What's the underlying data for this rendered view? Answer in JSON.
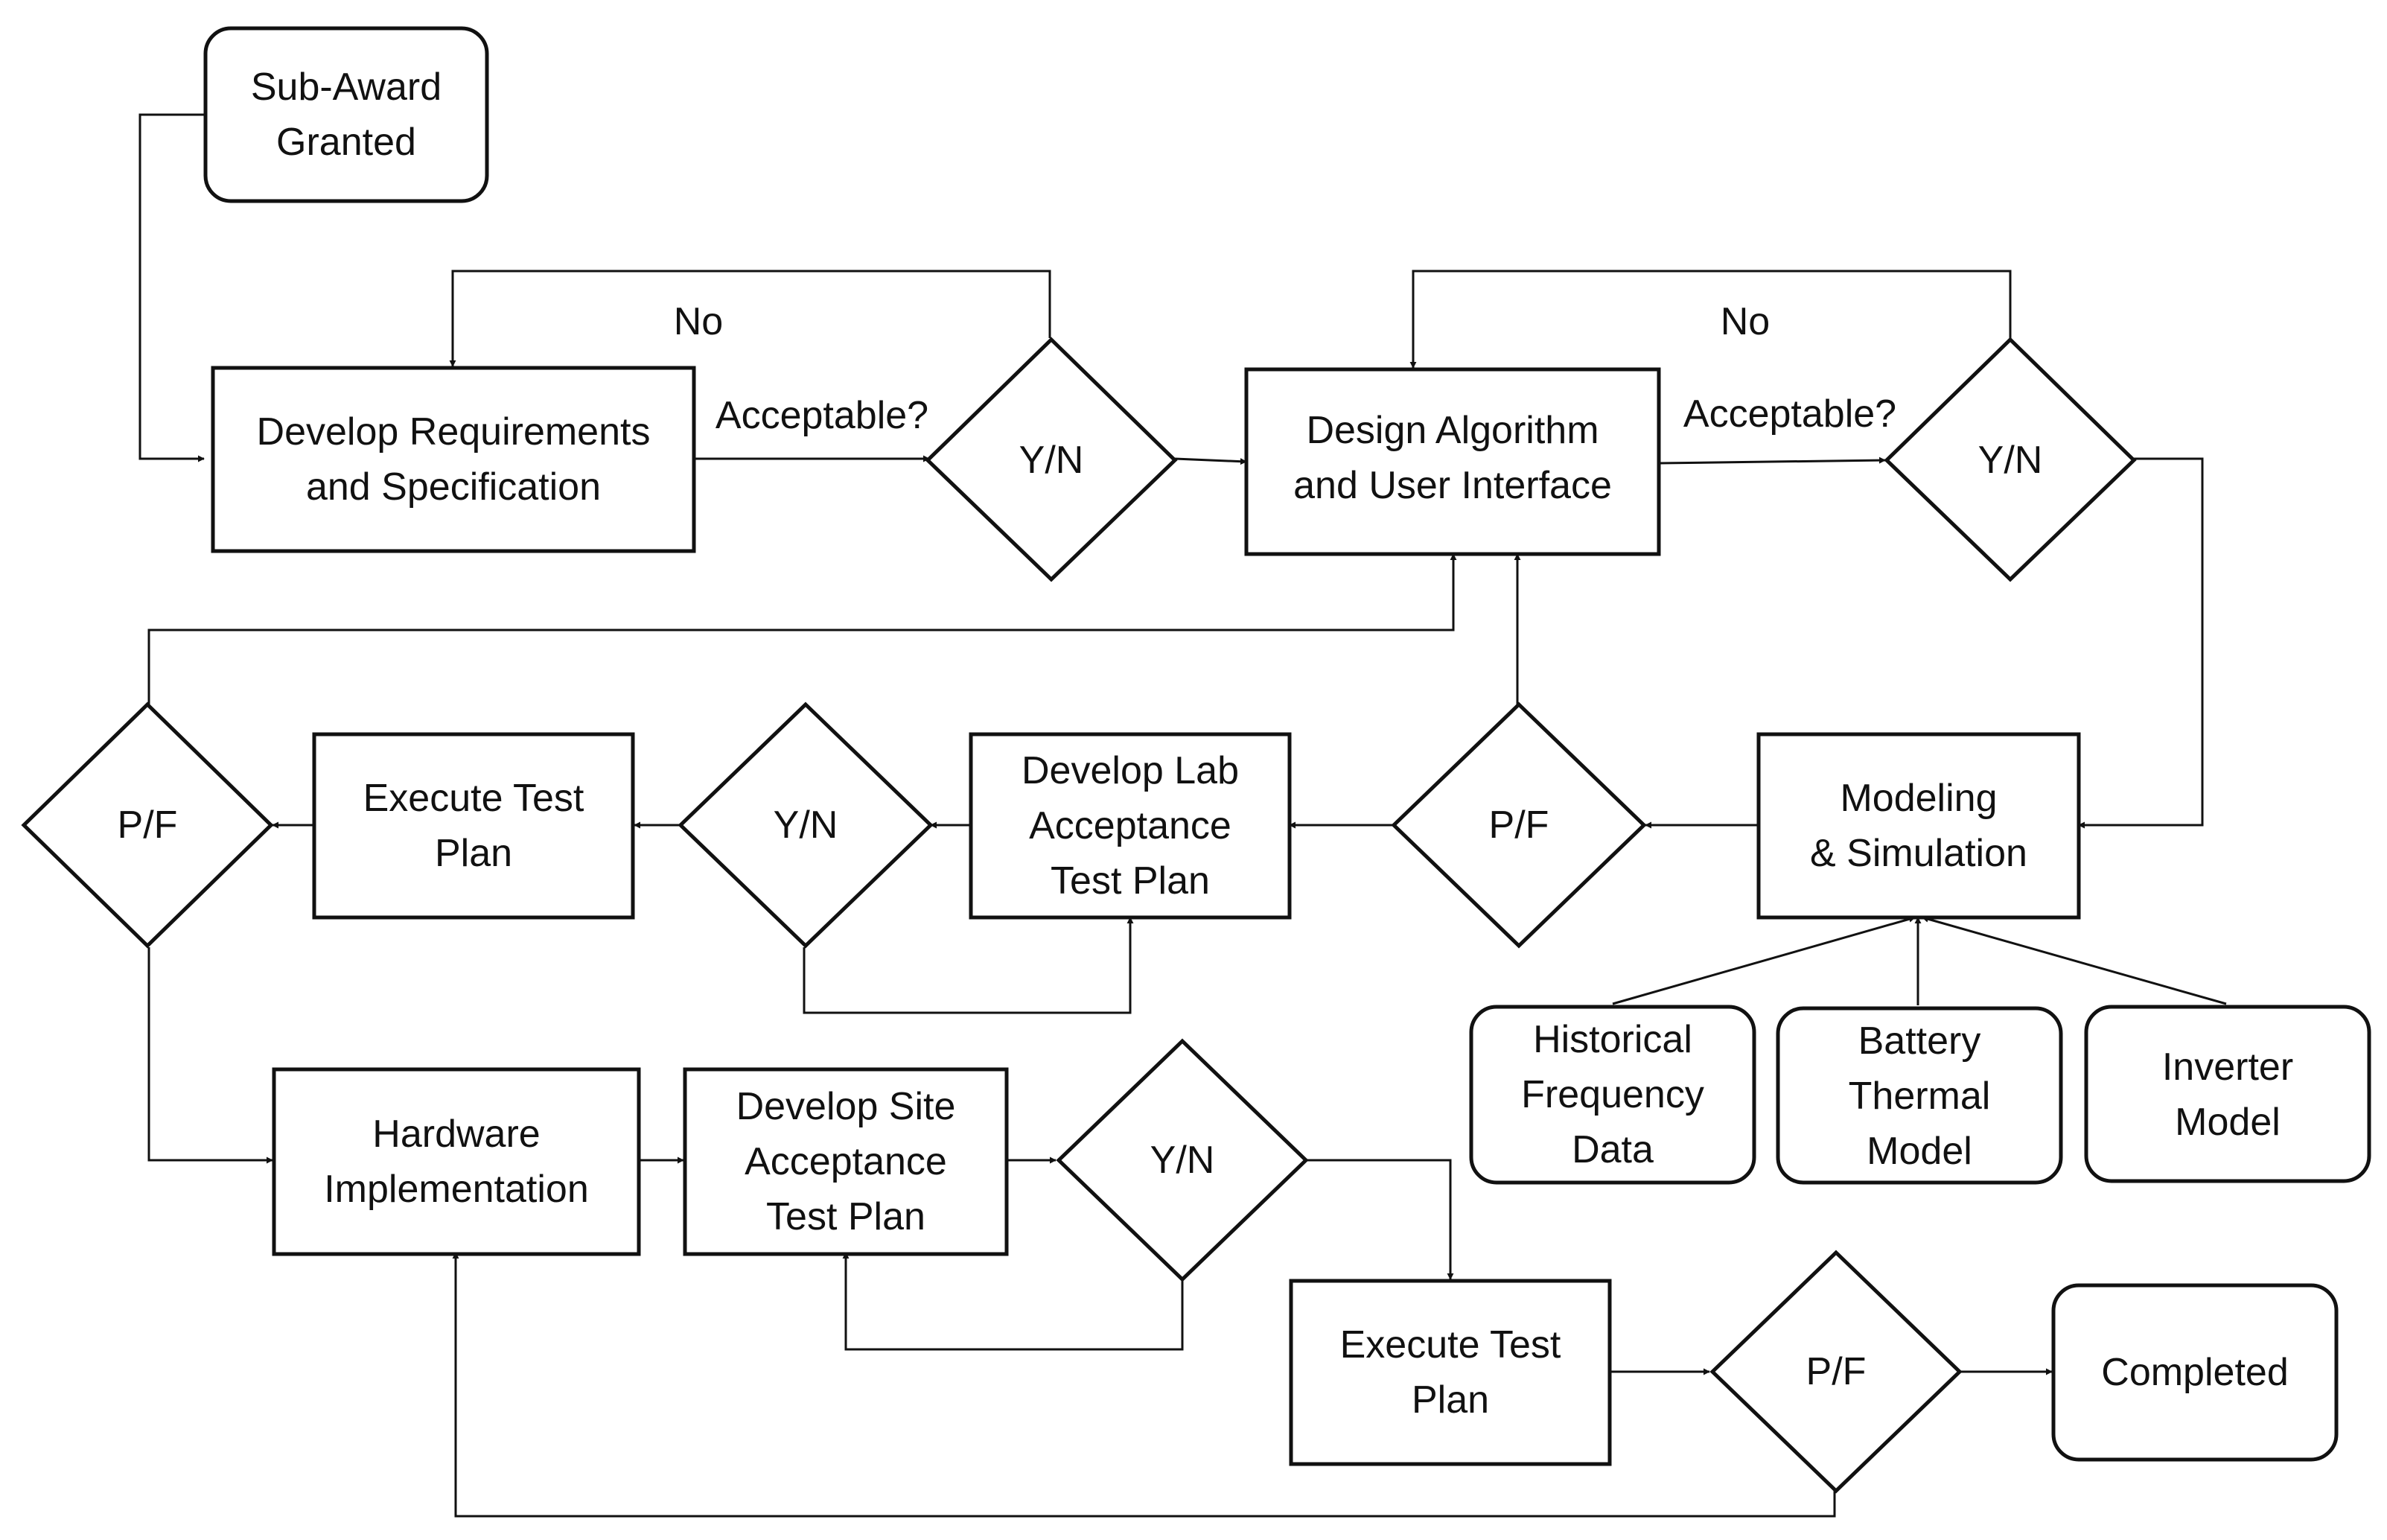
{
  "nodes": {
    "sub_award": {
      "lines": [
        "Sub-Award",
        "Granted"
      ]
    },
    "dev_req": {
      "lines": [
        "Develop Requirements",
        "and Specification"
      ]
    },
    "dec1": {
      "lines": [
        "Y/N"
      ]
    },
    "design": {
      "lines": [
        "Design Algorithm",
        "and User Interface"
      ]
    },
    "dec2": {
      "lines": [
        "Y/N"
      ]
    },
    "modeling": {
      "lines": [
        "Modeling",
        "& Simulation"
      ]
    },
    "hist": {
      "lines": [
        "Historical",
        "Frequency",
        "Data"
      ]
    },
    "battery": {
      "lines": [
        "Battery",
        "Thermal",
        "Model"
      ]
    },
    "inverter": {
      "lines": [
        "Inverter",
        "Model"
      ]
    },
    "pf_mid": {
      "lines": [
        "P/F"
      ]
    },
    "dev_lab": {
      "lines": [
        "Develop Lab",
        "Acceptance",
        "Test Plan"
      ]
    },
    "yn_lab": {
      "lines": [
        "Y/N"
      ]
    },
    "exec1": {
      "lines": [
        "Execute Test",
        "Plan"
      ]
    },
    "pf_left": {
      "lines": [
        "P/F"
      ]
    },
    "hardware": {
      "lines": [
        "Hardware",
        "Implementation"
      ]
    },
    "dev_site": {
      "lines": [
        "Develop Site",
        "Acceptance",
        "Test Plan"
      ]
    },
    "yn_site": {
      "lines": [
        "Y/N"
      ]
    },
    "exec2": {
      "lines": [
        "Execute Test",
        "Plan"
      ]
    },
    "pf_final": {
      "lines": [
        "P/F"
      ]
    },
    "completed": {
      "lines": [
        "Completed"
      ]
    }
  },
  "labels": {
    "no_1": "No",
    "acceptable_1": "Acceptable?",
    "no_2": "No",
    "acceptable_2": "Acceptable?"
  }
}
